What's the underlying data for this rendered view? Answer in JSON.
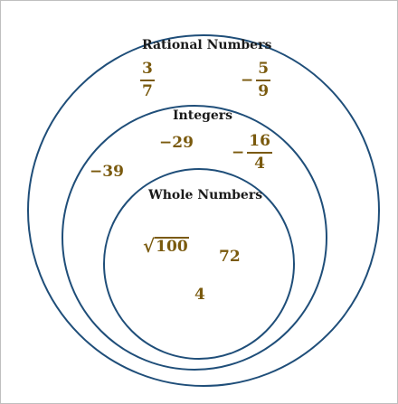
{
  "colors": {
    "ring": "#1f4e79",
    "value": "#7a5a0e",
    "title": "#1a1a1a"
  },
  "sets": {
    "rational": {
      "title": "Rational Numbers",
      "members": {
        "three_sevenths": {
          "sign": "",
          "numerator": "3",
          "denominator": "7"
        },
        "neg_five_ninths": {
          "sign": "−",
          "numerator": "5",
          "denominator": "9"
        },
        "neg_39": "−39"
      }
    },
    "integers": {
      "title": "Integers",
      "members": {
        "neg_29": "−29",
        "neg_16_fourths": {
          "sign": "−",
          "numerator": "16",
          "denominator": "4"
        }
      }
    },
    "whole": {
      "title": "Whole Numbers",
      "members": {
        "sqrt_100": {
          "radical": "√",
          "radicand": "100"
        },
        "seventy_two": "72",
        "four": "4"
      }
    }
  }
}
